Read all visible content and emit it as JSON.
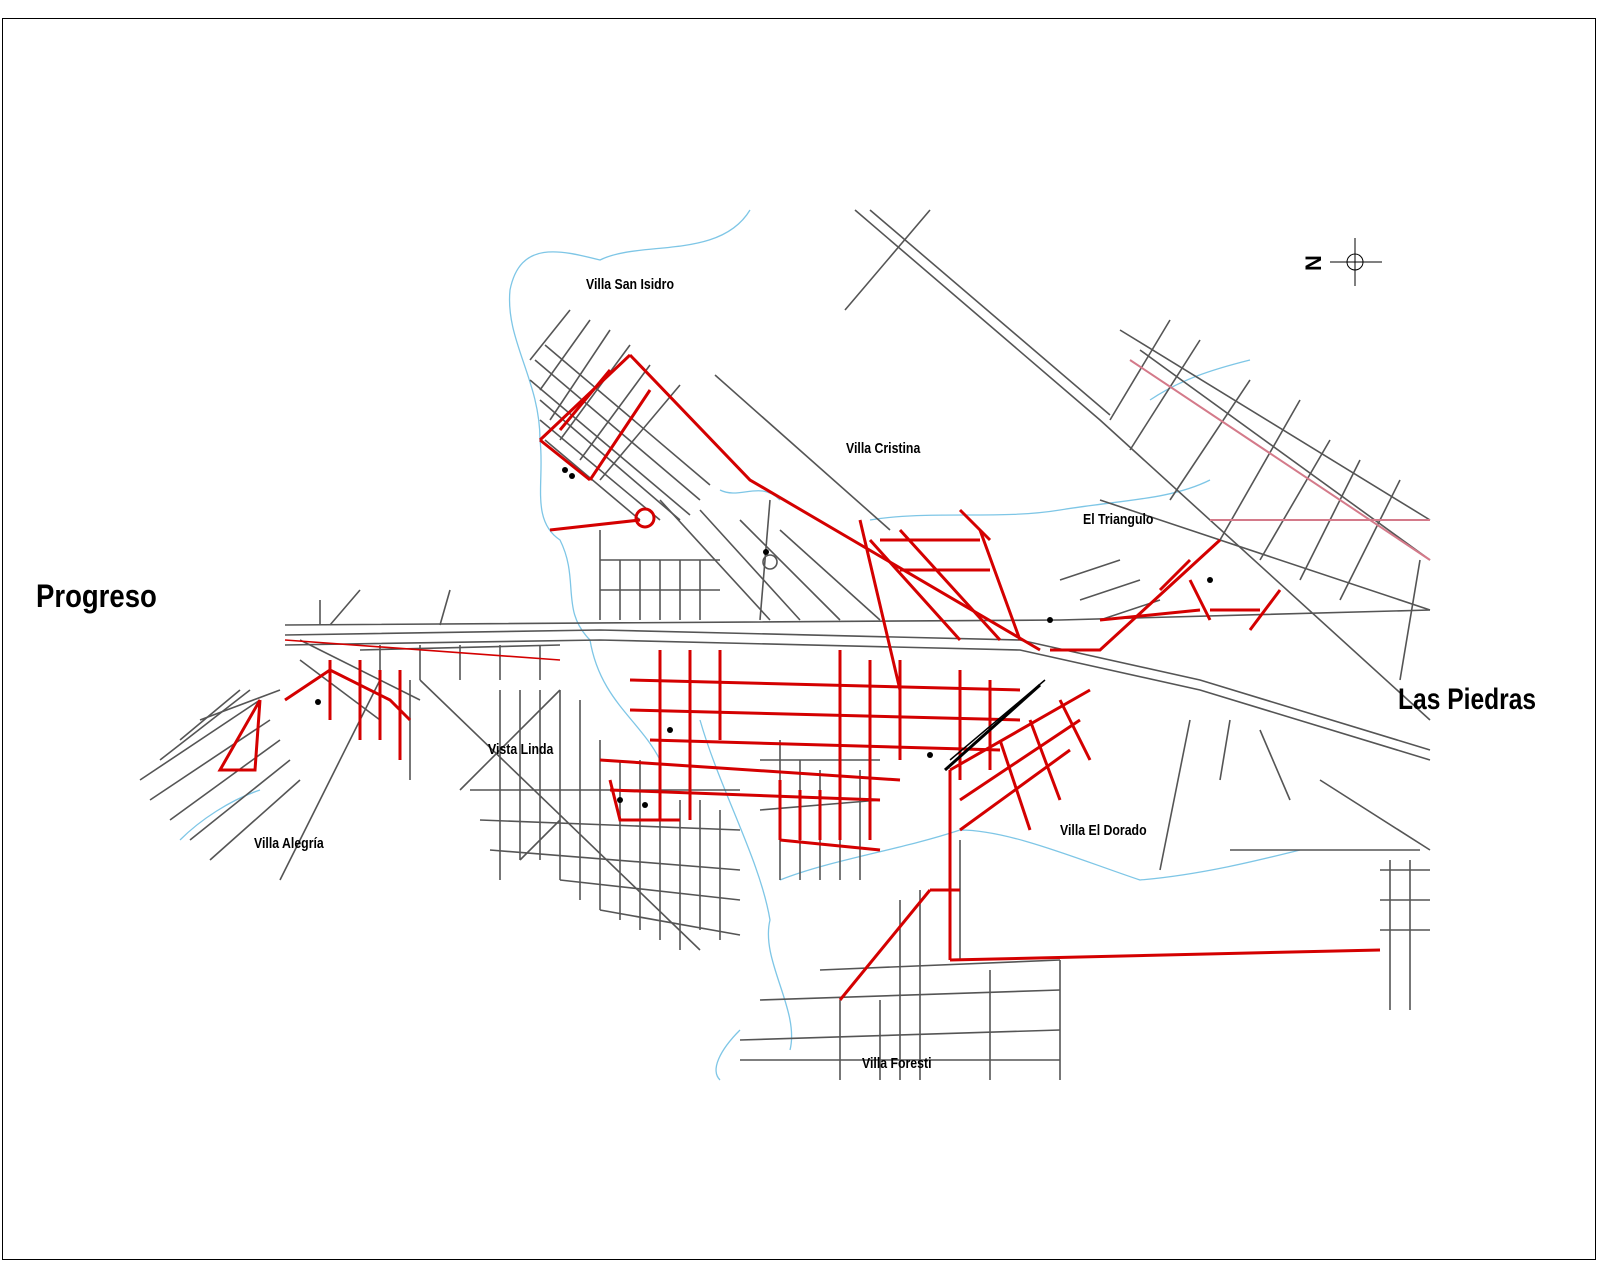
{
  "map": {
    "cities": {
      "west": "Progreso",
      "east": "Las Piedras"
    },
    "neighborhoods": {
      "villa_san_isidro": "Villa San Isidro",
      "villa_cristina": "Villa Cristina",
      "el_triangulo": "El Triangulo",
      "vista_linda": "Vista Linda",
      "villa_alegria": "Villa Alegría",
      "villa_el_dorado": "Villa El Dorado",
      "villa_foresti": "Villa Foresti"
    },
    "north_arrow": {
      "letter": "N",
      "icon": "north-arrow-icon"
    },
    "colors": {
      "street": "#555555",
      "network": "#d40000",
      "creek": "#7ec6e6",
      "rail": "#000000",
      "frame": "#000000"
    }
  }
}
